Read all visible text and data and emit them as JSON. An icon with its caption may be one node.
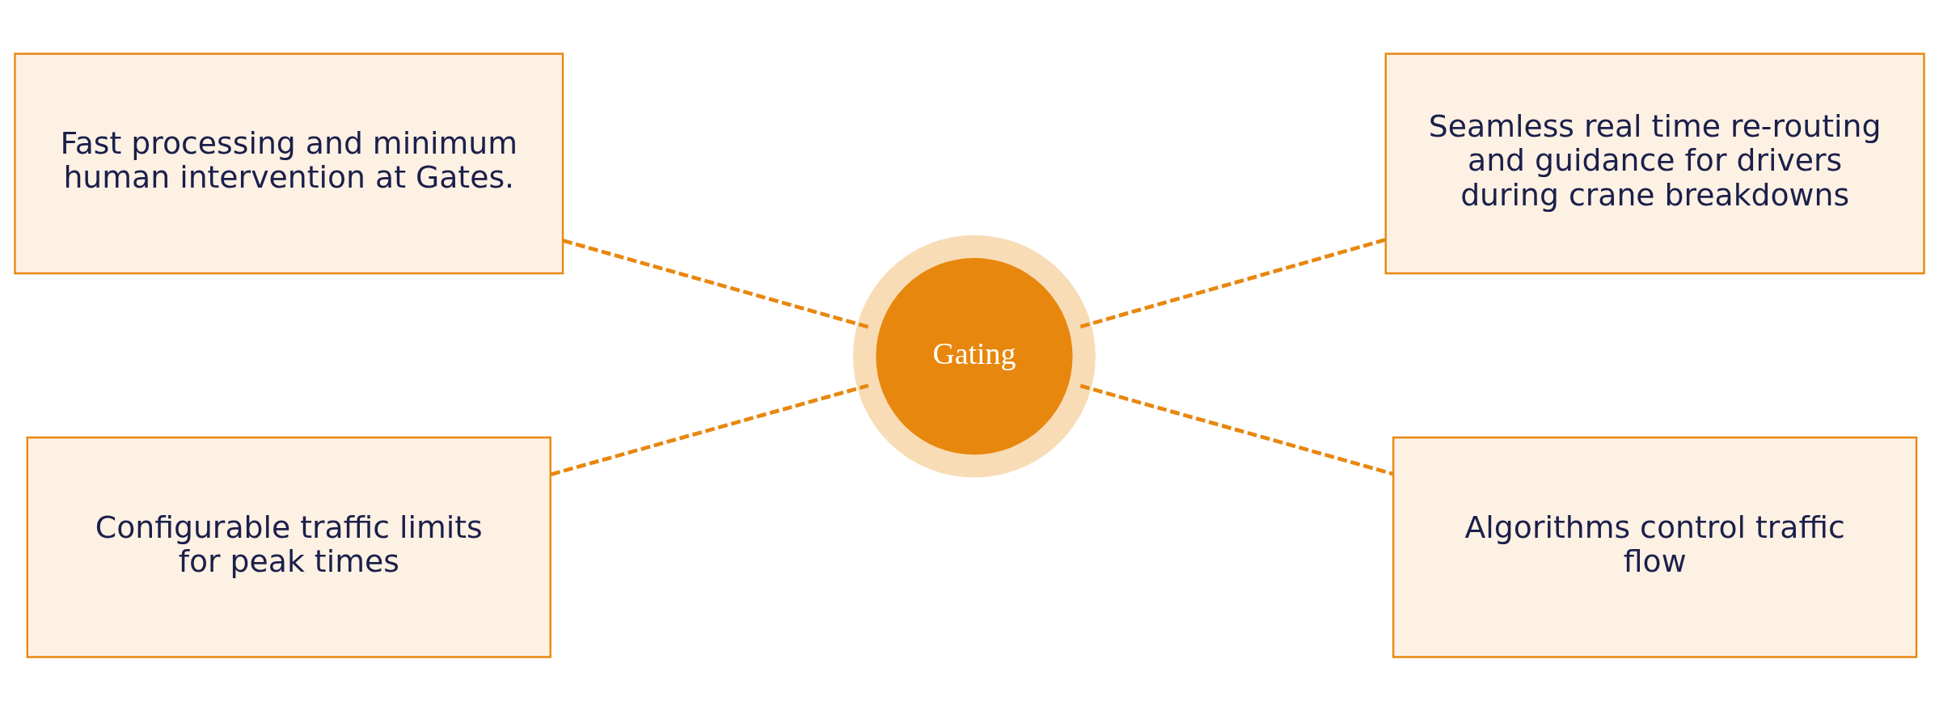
{
  "diagram": {
    "nodes": [
      {
        "text": [
          "Fast processing and minimum human intervention at Gates."
        ]
      },
      {
        "text": [
          "Seamless real time re-routing and guidance for drivers during crane breakdowns"
        ]
      },
      {
        "text": [
          "Gating"
        ]
      },
      {
        "text": [
          "Configurable traffic limits for peak times"
        ]
      },
      {
        "text": [
          "Algorithms control traffic flow"
        ]
      }
    ],
    "edges": [
      {
        "from": 0,
        "to": 2,
        "arrow": "none",
        "style": "dashed"
      },
      {
        "from": 2,
        "to": 1,
        "arrow": "none",
        "style": "dashed"
      },
      {
        "from": 3,
        "to": 2,
        "arrow": "none",
        "style": "dashed"
      },
      {
        "from": 2,
        "to": 4,
        "arrow": "none",
        "style": "dashed"
      }
    ]
  }
}
